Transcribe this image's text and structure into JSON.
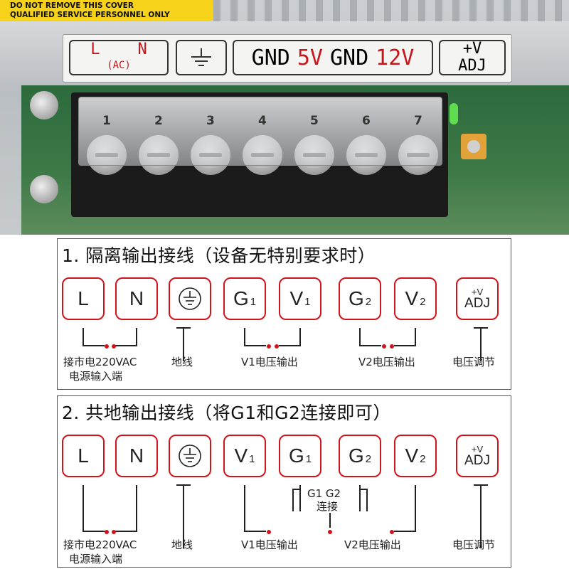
{
  "photo": {
    "warning_lines": [
      "DO NOT REMOVE THIS COVER",
      "QUALIFIED SERVICE PERSONNEL ONLY"
    ],
    "label_strip": {
      "ln_L": "L",
      "ln_N": "N",
      "ln_ac": "(AC)",
      "gnd1": "GND",
      "v5": "5V",
      "gnd2": "GND",
      "v12": "12V",
      "adj_plus": "+V",
      "adj": "ADJ"
    },
    "terminal_numbers": [
      "1",
      "2",
      "3",
      "4",
      "5",
      "6",
      "7"
    ],
    "colors": {
      "warning": "#f6d21a",
      "label_red": "#c8171c",
      "pcb": "#2d6a3c"
    }
  },
  "section1": {
    "title": "1. 隔离输出接线（设备无特别要求时）",
    "boxes": [
      {
        "main": "L",
        "sub": ""
      },
      {
        "main": "N",
        "sub": ""
      },
      {
        "main": "",
        "sub": "",
        "icon": "ground-icon"
      },
      {
        "main": "G",
        "sub": "1"
      },
      {
        "main": "V",
        "sub": "1"
      },
      {
        "main": "G",
        "sub": "2"
      },
      {
        "main": "V",
        "sub": "2"
      },
      {
        "main": "ADJ",
        "sub": "+V"
      }
    ],
    "captions": {
      "input_line1": "接市电220VAC",
      "input_line2": "电源输入端",
      "ground": "地线",
      "v1": "V1电压输出",
      "v2": "V2电压输出",
      "adj": "电压调节"
    }
  },
  "section2": {
    "title": "2. 共地输出接线（将G1和G2连接即可）",
    "boxes": [
      {
        "main": "L",
        "sub": ""
      },
      {
        "main": "N",
        "sub": ""
      },
      {
        "main": "",
        "sub": "",
        "icon": "ground-icon"
      },
      {
        "main": "V",
        "sub": "1"
      },
      {
        "main": "G",
        "sub": "1"
      },
      {
        "main": "G",
        "sub": "2"
      },
      {
        "main": "V",
        "sub": "2"
      },
      {
        "main": "ADJ",
        "sub": "+V"
      }
    ],
    "captions": {
      "input_line1": "接市电220VAC",
      "input_line2": "电源输入端",
      "ground": "地线",
      "g_join_line1": "G1 G2",
      "g_join_line2": "连接",
      "v1": "V1电压输出",
      "v2": "V2电压输出",
      "adj": "电压调节"
    }
  },
  "colors": {
    "box_border": "#d1141b",
    "dot": "#d1141b",
    "wire": "#222222"
  }
}
